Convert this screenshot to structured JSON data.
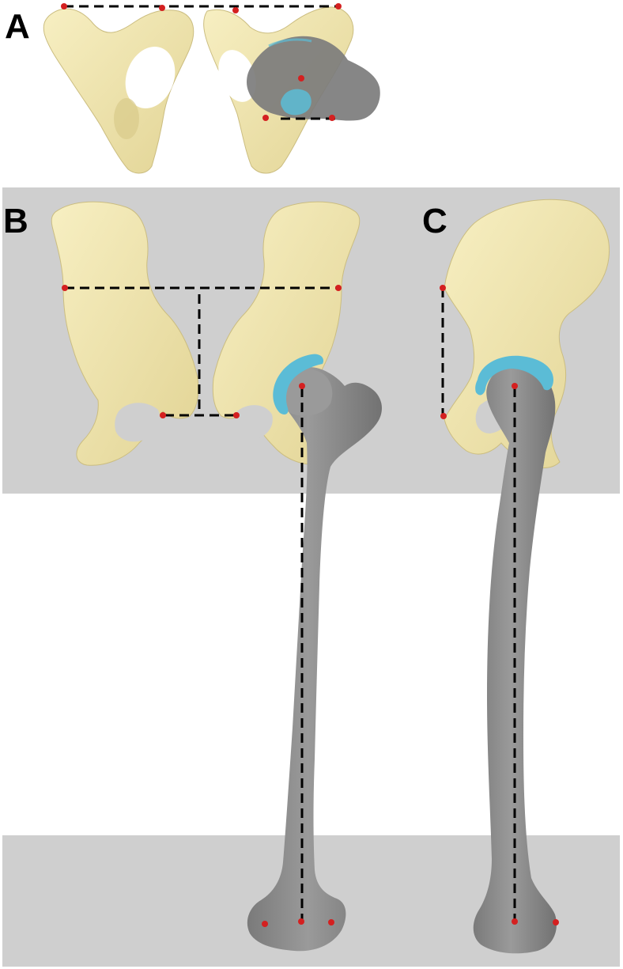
{
  "figure": {
    "panels": [
      {
        "id": "A",
        "label": "A"
      },
      {
        "id": "B",
        "label": "B"
      },
      {
        "id": "C",
        "label": "C"
      }
    ]
  },
  "colors": {
    "bone": "#f2e8b0",
    "bone_shadow": "#d8cb8a",
    "femur": "#8c8c8c",
    "femur_dark": "#6e6e6e",
    "cartilage": "#5bbcd6",
    "landmark": "#d42020",
    "background_band": "#cfcfcf",
    "guide_line": "#000000"
  },
  "icons": {
    "landmark_point": "red-dot",
    "measurement_line": "dashed-line"
  }
}
